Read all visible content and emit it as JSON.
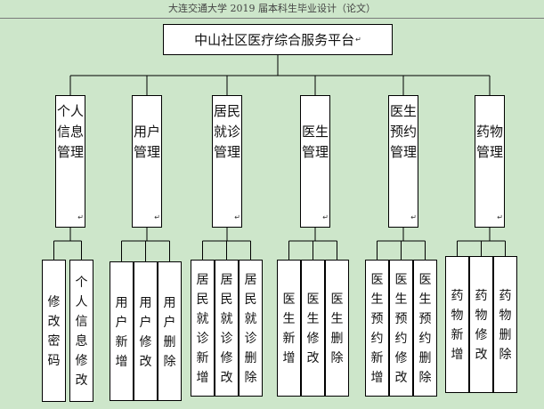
{
  "header": {
    "text": "大连交通大学 2019 届本科生毕业设计（论文）"
  },
  "root": {
    "label": "中山社区医疗综合服务平台"
  },
  "modules": [
    {
      "label": "个人信息管理",
      "children": [
        "修改密码",
        "个人信息修改"
      ]
    },
    {
      "label": "用户管理",
      "children": [
        "用户新增",
        "用户修改",
        "用户删除"
      ]
    },
    {
      "label": "居民就诊管理",
      "children": [
        "居民就诊新增",
        "居民就诊修改",
        "居民就诊删除"
      ]
    },
    {
      "label": "医生管理",
      "children": [
        "医生新增",
        "医生修改",
        "医生删除"
      ]
    },
    {
      "label": "医生预约管理",
      "children": [
        "医生预约新增",
        "医生预约修改",
        "医生预约删除"
      ]
    },
    {
      "label": "药物管理",
      "children": [
        "药物新增",
        "药物修改",
        "药物删除"
      ]
    }
  ],
  "paragraph_mark": "↵"
}
